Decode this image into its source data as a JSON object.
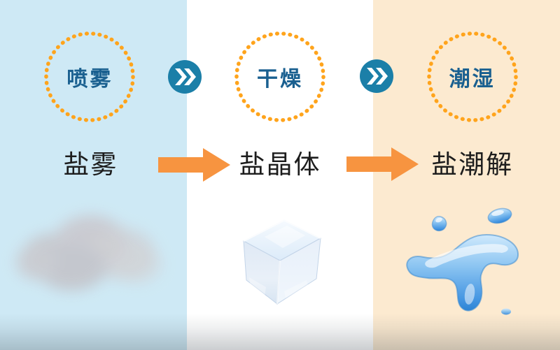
{
  "stages": [
    {
      "stage_label": "喷雾",
      "product_label": "盐雾",
      "illustration": "mist-cloud"
    },
    {
      "stage_label": "干燥",
      "product_label": "盐晶体",
      "illustration": "ice-crystal-cube"
    },
    {
      "stage_label": "潮湿",
      "product_label": "盐潮解",
      "illustration": "water-splash"
    }
  ],
  "icons": {
    "chevron_double_right": "»"
  },
  "colors": {
    "panel_spray_bg": "#cee9f5",
    "panel_dry_bg": "#ffffff",
    "panel_humid_bg": "#fcead0",
    "dotted_ring": "#ffa41c",
    "stage_label_text": "#1a6090",
    "chevron_badge_bg": "#1b7fa8",
    "chevron_glyph": "#ffffff",
    "flow_arrow": "#f79440",
    "product_label_text": "#1d1d1d"
  }
}
